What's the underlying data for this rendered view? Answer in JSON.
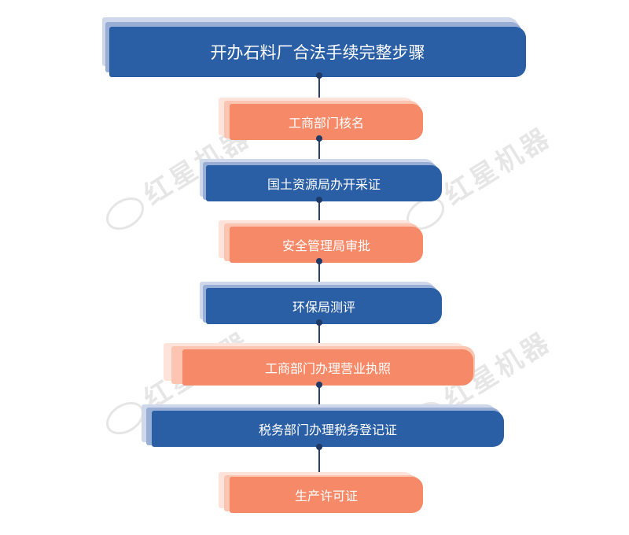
{
  "diagram": {
    "title": "开办石料厂合法手续完整步骤",
    "steps": [
      {
        "label": "工商部门核名",
        "color": "orange"
      },
      {
        "label": "国土资源局办开采证",
        "color": "blue"
      },
      {
        "label": "安全管理局审批",
        "color": "orange"
      },
      {
        "label": "环保局测评",
        "color": "blue"
      },
      {
        "label": "工商部门办理营业执照",
        "color": "orange"
      },
      {
        "label": "税务部门办理税务登记证",
        "color": "blue"
      },
      {
        "label": "生产许可证",
        "color": "orange"
      }
    ],
    "colors": {
      "blue": "#2a5ea5",
      "orange": "#f68a68",
      "connector": "#2a3f66"
    }
  },
  "watermark": {
    "text": "红星机器"
  }
}
